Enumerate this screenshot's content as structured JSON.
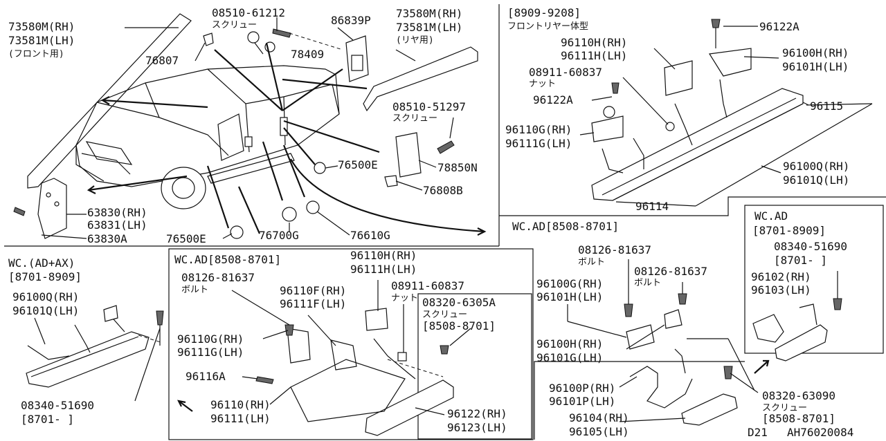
{
  "labels": {
    "trim_front_1": "73580M(RH)",
    "trim_front_2": "73581M(LH)",
    "trim_front_3": "(フロント用)",
    "clip_76807": "76807",
    "screw_08510_61212": "08510-61212",
    "screw_08510_61212_jp": "スクリュー",
    "clip_78409": "78409",
    "part_86839P": "86839P",
    "trim_rear_1": "73580M(RH)",
    "trim_rear_2": "73581M(LH)",
    "trim_rear_3": "(リヤ用)",
    "screw_08510_51297": "08510-51297",
    "screw_08510_51297_jp": "スクリュー",
    "grommet_76500E_a": "76500E",
    "vent_78850N": "78850N",
    "clip_76808B": "76808B",
    "flap_63830": "63830(RH)",
    "flap_63831": "63831(LH)",
    "flap_63830A": "63830A",
    "grommet_76500E_b": "76500E",
    "plug_76700G": "76700G",
    "plug_76610G": "76610G",
    "tr_header_1": "[8909-9208]",
    "tr_header_2": "フロントリヤー体型",
    "tr_96122A_top": "96122A",
    "tr_96110H": "96110H(RH)",
    "tr_96111H": "96111H(LH)",
    "tr_96100H": "96100H(RH)",
    "tr_96101H": "96101H(LH)",
    "tr_08911": "08911-60837",
    "tr_08911_jp": "ナット",
    "tr_96122A": "96122A",
    "tr_96115": "96115",
    "tr_96110G": "96110G(RH)",
    "tr_96111G": "96111G(LH)",
    "tr_96100Q": "96100Q(RH)",
    "tr_96101Q": "96101Q(LH)",
    "tr_96114": "96114",
    "bl_header_1": "WC.(AD+AX)",
    "bl_header_2": "[8701-8909]",
    "bl_96100Q": "96100Q(RH)",
    "bl_96101Q": "96101Q(LH)",
    "bl_08340": "08340-51690",
    "bl_08340_date": "[8701-   ]",
    "bm_header": "WC.AD[8508-8701]",
    "bm_08126": "08126-81637",
    "bm_08126_jp": "ボルト",
    "bm_96110F": "96110F(RH)",
    "bm_96111F": "96111F(LH)",
    "bm_96110H": "96110H(RH)",
    "bm_96111H": "96111H(LH)",
    "bm_08911": "08911-60837",
    "bm_08911_jp": "ナット",
    "bm_08320": "08320-6305A",
    "bm_08320_jp": "スクリュー",
    "bm_08320_date": "[8508-8701]",
    "bm_96110G": "96110G(RH)",
    "bm_96111G": "96111G(LH)",
    "bm_96116A": "96116A",
    "bm_96110": "96110(RH)",
    "bm_96111": "96111(LH)",
    "bm_96122": "96122(RH)",
    "bm_96123": "96123(LH)",
    "br_header": "WC.AD[8508-8701]",
    "br_08126_a": "08126-81637",
    "br_08126_a_jp": "ボルト",
    "br_08126_b": "08126-81637",
    "br_08126_b_jp": "ボルト",
    "br_96100G": "96100G(RH)",
    "br_96101H": "96101H(LH)",
    "br_96100H": "96100H(RH)",
    "br_96101G": "96101G(LH)",
    "br_96100P": "96100P(RH)",
    "br_96101P": "96101P(LH)",
    "br_08320": "08320-63090",
    "br_08320_jp": "スクリュー",
    "br_08320_date": "[8508-8701]",
    "br_96104": "96104(RH)",
    "br_96105": "96105(LH)",
    "fr_header_1": "WC.AD",
    "fr_header_2": "[8701-8909]",
    "fr_08340": "08340-51690",
    "fr_08340_date": "[8701-   ]",
    "fr_96102": "96102(RH)",
    "fr_96103": "96103(LH)",
    "footer_model": "D21",
    "footer_code": "AH76020084"
  }
}
